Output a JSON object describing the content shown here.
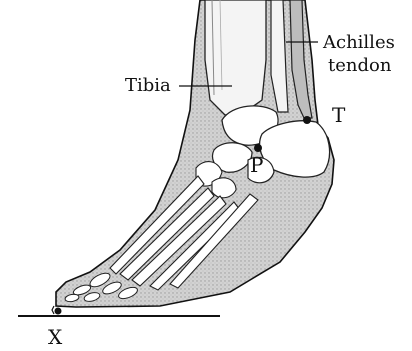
{
  "figure": {
    "labels": {
      "tibia": "Tibia",
      "achilles_line1": "Achilles",
      "achilles_line2": "tendon",
      "point_t": "T",
      "point_p": "P",
      "point_x": "X"
    },
    "colors": {
      "ink": "#111111",
      "shade": "#c9c9c9",
      "bone": "#ffffff",
      "ground": "#111111"
    }
  }
}
